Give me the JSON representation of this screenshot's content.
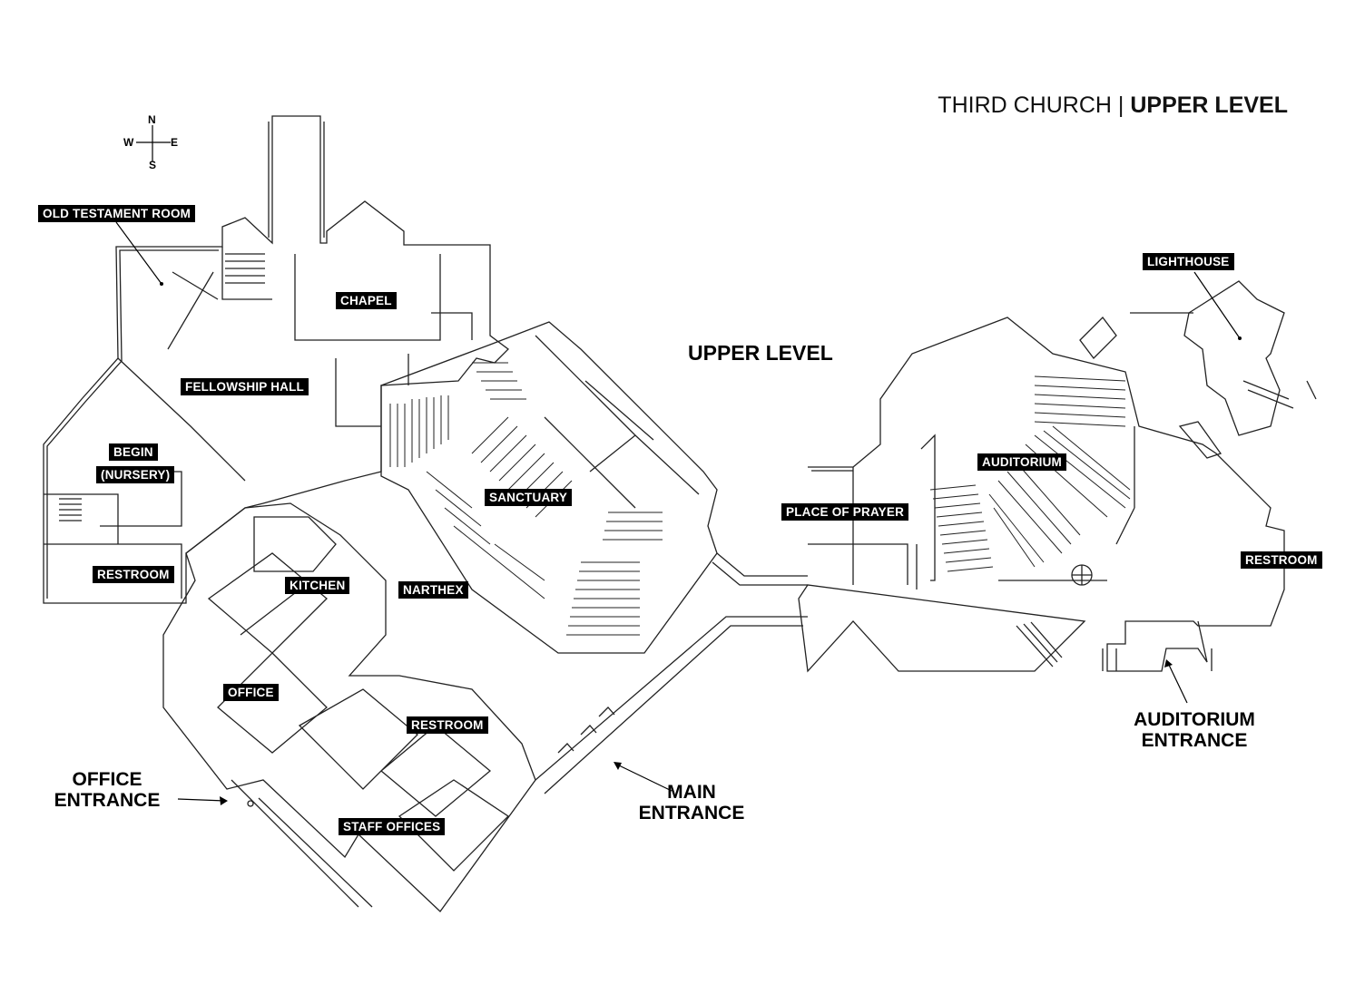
{
  "title": {
    "lead": "THIRD CHURCH | ",
    "emphasis": "UPPER LEVEL"
  },
  "level_caption": "UPPER LEVEL",
  "compass": {
    "n": "N",
    "s": "S",
    "e": "E",
    "w": "W"
  },
  "rooms": {
    "old_testament_room": "OLD TESTAMENT ROOM",
    "chapel": "CHAPEL",
    "fellowship_hall": "FELLOWSHIP HALL",
    "begin": "BEGIN",
    "nursery": "(NURSERY)",
    "restroom_west": "RESTROOM",
    "kitchen": "KITCHEN",
    "narthex": "NARTHEX",
    "sanctuary": "SANCTUARY",
    "office": "OFFICE",
    "restroom_south": "RESTROOM",
    "staff_offices": "STAFF OFFICES",
    "lighthouse": "LIGHTHOUSE",
    "auditorium": "AUDITORIUM",
    "place_of_prayer": "PLACE OF PRAYER",
    "restroom_east": "RESTROOM"
  },
  "entrances": {
    "office": {
      "line1": "OFFICE",
      "line2": "ENTRANCE"
    },
    "main": {
      "line1": "MAIN",
      "line2": "ENTRANCE"
    },
    "auditorium": {
      "line1": "AUDITORIUM",
      "line2": "ENTRANCE"
    }
  },
  "colors": {
    "ink": "#000000",
    "label_bg": "#000000",
    "label_text": "#ffffff",
    "background": "#ffffff"
  }
}
